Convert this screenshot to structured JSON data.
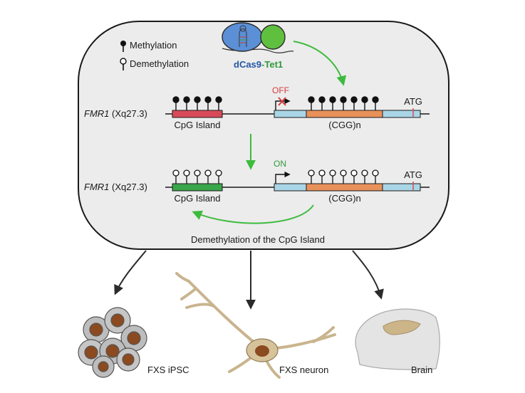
{
  "legend": {
    "methylation": "Methylation",
    "demethylation": "Demethylation"
  },
  "construct": {
    "dcas9": "dCas9",
    "dash": "-",
    "tet1": "Tet1"
  },
  "top_row": {
    "gene_italic": "FMR1",
    "locus": " (Xq27.3)",
    "cpg_label": "CpG Island",
    "cgg_label": "(CGG)n",
    "atg_label": "ATG",
    "state_label": "OFF"
  },
  "bottom_row": {
    "gene_italic": "FMR1",
    "locus": " (Xq27.3)",
    "cpg_label": "CpG Island",
    "cgg_label": "(CGG)n",
    "atg_label": "ATG",
    "state_label": "ON"
  },
  "caption": "Demethylation of the CpG Island",
  "outcomes": {
    "ipsc": "FXS iPSC",
    "neuron": "FXS neuron",
    "brain": "Brain"
  },
  "colors": {
    "cell_fill": "#ececec",
    "methylated_cpg": "#d84a5a",
    "demethylated_cpg": "#3aa64a",
    "cgg_repeat": "#e9915a",
    "flank": "#a9d6e6",
    "arrow_green": "#3dbb3d",
    "dcas9_blue": "#2456a6",
    "tet1_green": "#2f9a3a",
    "off_red": "#d83a3a"
  }
}
